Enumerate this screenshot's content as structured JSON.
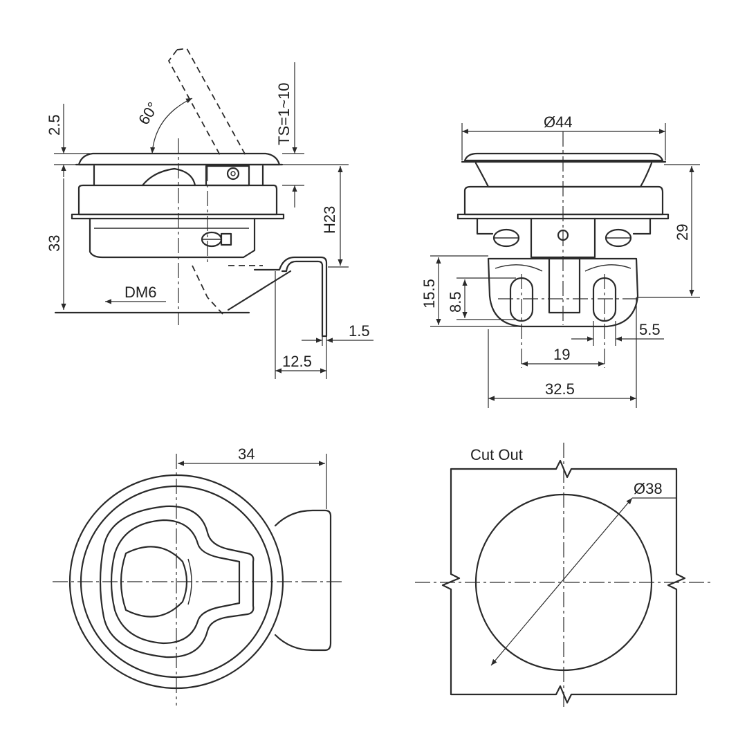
{
  "colors": {
    "line": "#2a2a2a",
    "text": "#1e1e1e",
    "background": "#ffffff"
  },
  "side_view": {
    "dim_top": "2.5",
    "dim_height": "33",
    "angle": "60°",
    "ts": "TS=1~10",
    "h23": "H23",
    "thread": "DM6",
    "dim_12_5": "12.5",
    "dim_1_5": "1.5"
  },
  "front_view": {
    "dia_44": "Ø44",
    "dim_29": "29",
    "dim_15_5": "15.5",
    "dim_8_5": "8.5",
    "dim_19": "19",
    "dim_5_5": "5.5",
    "dim_32_5": "32.5"
  },
  "top_view": {
    "dim_34": "34"
  },
  "cutout": {
    "title": "Cut Out",
    "dia_38": "Ø38"
  }
}
